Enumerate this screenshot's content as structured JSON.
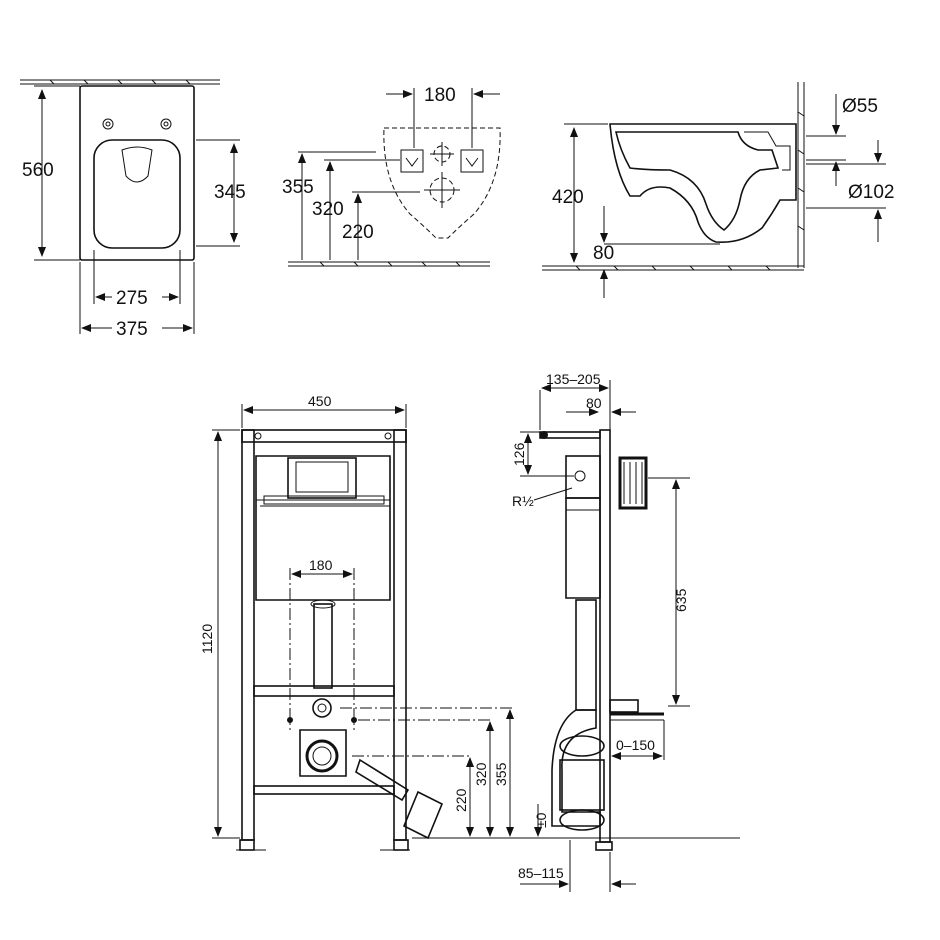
{
  "top_views": {
    "front": {
      "height": "560",
      "width_inner": "275",
      "width_outer": "375",
      "side_height": "345"
    },
    "top": {
      "width": "180",
      "h355": "355",
      "h320": "320",
      "h220": "220"
    },
    "side": {
      "diam_55": "Ø55",
      "diam_102": "Ø102",
      "height": "420",
      "offset": "80"
    }
  },
  "frame": {
    "width": "450",
    "height": "1120",
    "bolt_spacing": "180",
    "h355": "355",
    "h320": "320",
    "h220": "220"
  },
  "side_frame": {
    "depth_range": "135–205",
    "depth": "80",
    "h126": "126",
    "thread": "R½",
    "h635": "635",
    "adjust": "0–150",
    "zero": "±0",
    "bottom_range": "85–115"
  }
}
